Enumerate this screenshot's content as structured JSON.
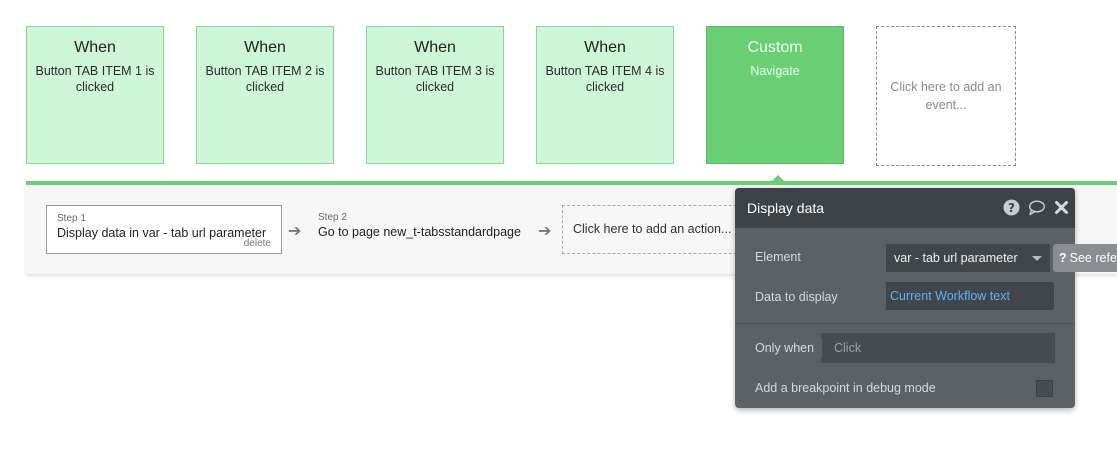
{
  "events": [
    {
      "title": "When",
      "description": "Button TAB ITEM 1 is clicked"
    },
    {
      "title": "When",
      "description": "Button TAB ITEM 2 is clicked"
    },
    {
      "title": "When",
      "description": "Button TAB ITEM 3 is clicked"
    },
    {
      "title": "When",
      "description": "Button TAB ITEM 4 is clicked"
    },
    {
      "title": "Custom",
      "description": "Navigate"
    }
  ],
  "add_event_label": "Click here to add an event...",
  "steps": [
    {
      "number": "Step 1",
      "text": "Display data in var - tab url parameter",
      "delete_label": "delete"
    },
    {
      "number": "Step 2",
      "text": "Go to page new_t-tabsstandardpage"
    }
  ],
  "add_action_label": "Click here to add an action...",
  "panel": {
    "title": "Display data",
    "element_label": "Element",
    "element_value": "var - tab url parameter",
    "see_reference_label": "See refe",
    "data_label": "Data to display",
    "data_value": "Current Workflow text",
    "only_when_label": "Only when",
    "only_when_placeholder": "Click",
    "breakpoint_label": "Add a breakpoint in debug mode"
  },
  "colors": {
    "event_card": "#cdf7d6",
    "event_active": "#6bcf76",
    "panel_bg": "#5c6166",
    "expression_link": "#5ab2ff"
  },
  "icons": [
    "question-icon",
    "comment-icon",
    "close-icon",
    "arrow-right-icon",
    "caret-down-icon"
  ]
}
